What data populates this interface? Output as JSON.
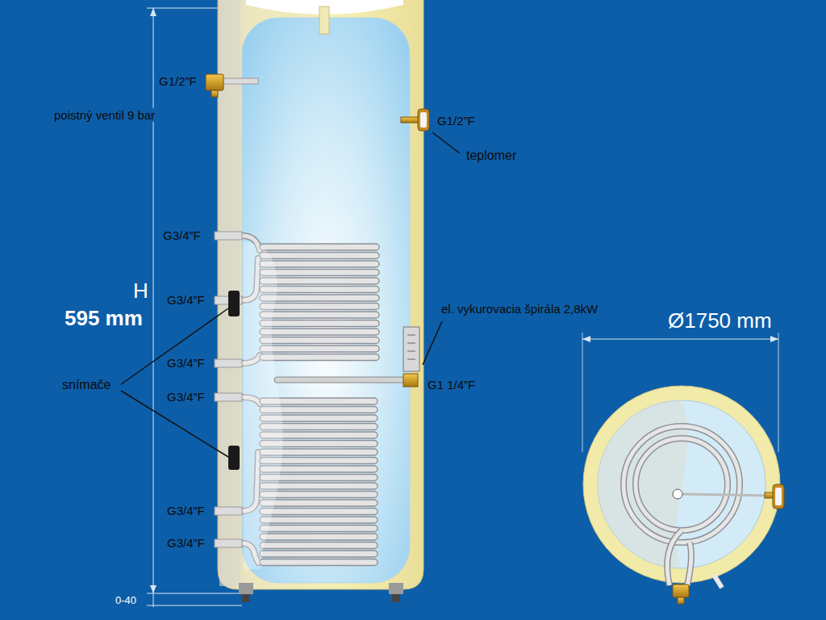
{
  "diagram": {
    "labels": [
      "G1/2”F",
      "poistný ventil 9 bar",
      "G1/2”F",
      "teplomer",
      "G3/4”F",
      "H",
      "595 mm",
      "G3/4”F",
      "el. vykurovacia špirála 2,8kW",
      "Ø1750 mm",
      "G3/4”F",
      "snímače",
      "G1 1/4”F",
      "G3/4”F",
      "G3/4”F",
      "G3/4”F",
      "0-40"
    ]
  }
}
